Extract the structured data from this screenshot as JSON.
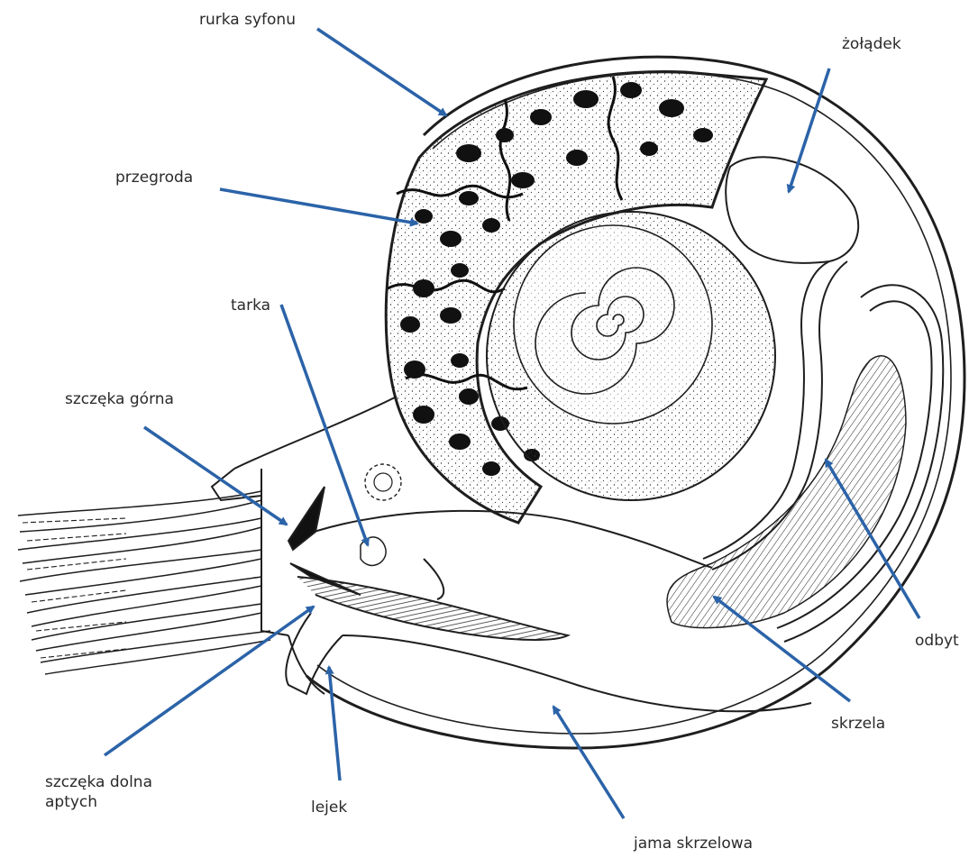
{
  "labels": {
    "rurka_syfonu": "rurka syfonu",
    "zoladek": "żołądek",
    "przegroda": "przegroda",
    "tarka": "tarka",
    "szczeka_gorna": "szczęka górna",
    "szczeka_dolna": "szczęka dolna",
    "aptych": "aptych",
    "lejek": "lejek",
    "jama_skrzelowa": "jama skrzelowa",
    "skrzela": "skrzela",
    "odbyt": "odbyt"
  },
  "colors": {
    "arrow": "#2b63a8",
    "ink": "#1e1e1e",
    "label": "#2a2a2a"
  }
}
